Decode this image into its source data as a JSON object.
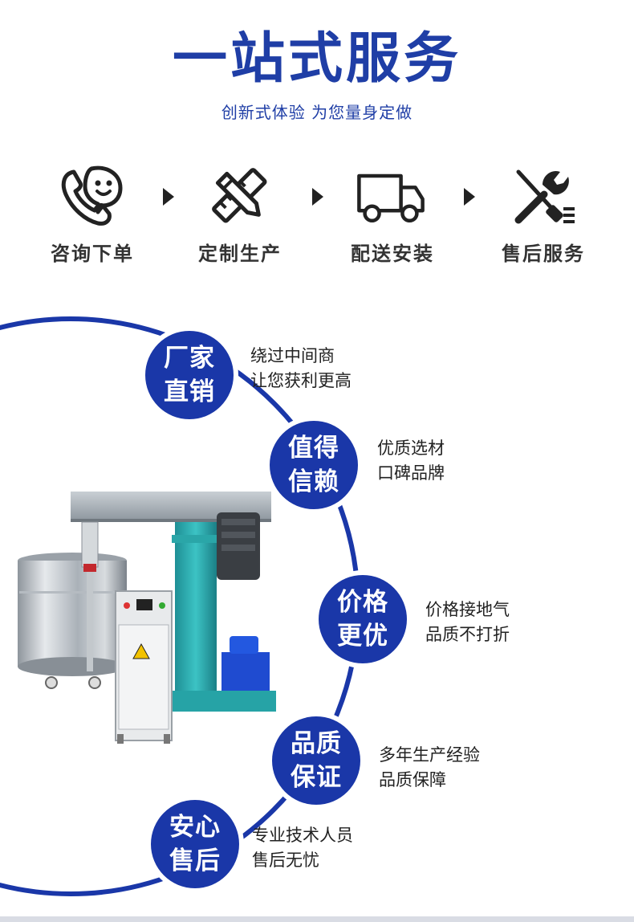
{
  "header": {
    "title": "一站式服务",
    "subtitle": "创新式体验 为您量身定做"
  },
  "steps": [
    {
      "icon": "phone-chat-icon",
      "label": "咨询下单"
    },
    {
      "icon": "pencil-ruler-icon",
      "label": "定制生产"
    },
    {
      "icon": "truck-icon",
      "label": "配送安装"
    },
    {
      "icon": "wrench-screwdriver-icon",
      "label": "售后服务"
    }
  ],
  "features": [
    {
      "badge": [
        "厂家",
        "直销"
      ],
      "desc": [
        "绕过中间商",
        "让您获利更高"
      ]
    },
    {
      "badge": [
        "值得",
        "信赖"
      ],
      "desc": [
        "优质选材",
        "口碑品牌"
      ]
    },
    {
      "badge": [
        "价格",
        "更优"
      ],
      "desc": [
        "价格接地气",
        "品质不打折"
      ]
    },
    {
      "badge": [
        "品质",
        "保证"
      ],
      "desc": [
        "多年生产经验",
        "品质保障"
      ]
    },
    {
      "badge": [
        "安心",
        "售后"
      ],
      "desc": [
        "专业技术人员",
        "售后无忧"
      ]
    }
  ],
  "colors": {
    "brand_blue": "#1f3ea6",
    "badge_blue": "#1a37a8",
    "machine_teal": "#2bb0b0"
  },
  "product_image": {
    "icon": "high-speed-disperser-machine-image",
    "panel_warning_icon": "high-voltage-warning-icon"
  }
}
